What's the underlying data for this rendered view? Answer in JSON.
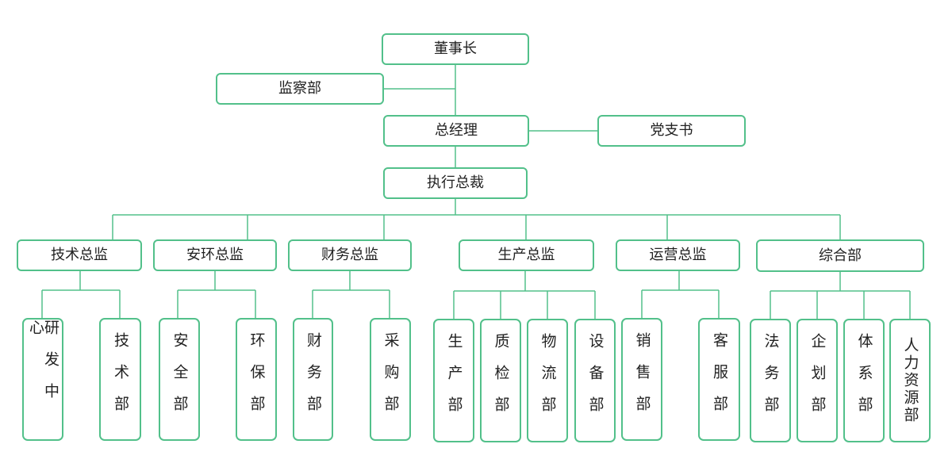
{
  "chairman": "董事长",
  "supervisory": "监察部",
  "general_manager": "总经理",
  "party_secretary": "党支书",
  "executive_president": "执行总裁",
  "directors": [
    {
      "name": "技术总监",
      "departments": [
        "研发中心",
        "技术部"
      ]
    },
    {
      "name": "安环总监",
      "departments": [
        "安全部",
        "环保部"
      ]
    },
    {
      "name": "财务总监",
      "departments": [
        "财务部",
        "采购部"
      ]
    },
    {
      "name": "生产总监",
      "departments": [
        "生产部",
        "质检部",
        "物流部",
        "设备部"
      ]
    },
    {
      "name": "运营总监",
      "departments": [
        "销售部",
        "客服部"
      ]
    },
    {
      "name": "综合部",
      "departments": [
        "法务部",
        "企划部",
        "体系部",
        "人力资源部"
      ]
    }
  ],
  "colors": {
    "box_border": "#52c08a",
    "connector": "#52c08a",
    "text": "#222222"
  }
}
